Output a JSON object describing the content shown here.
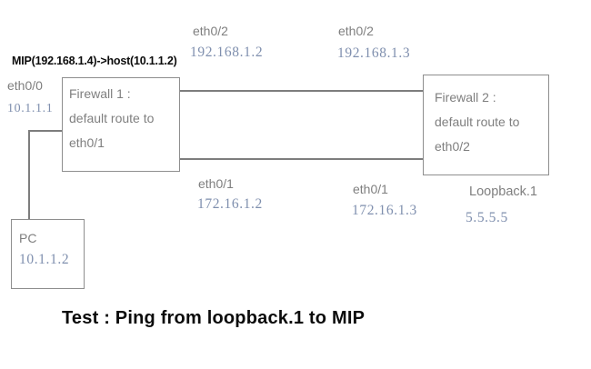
{
  "annotations": {
    "mip_note": "MIP(192.168.1.4)->host(10.1.1.2)",
    "test_caption": "Test : Ping from loopback.1 to MIP"
  },
  "nodes": {
    "firewall1": {
      "title": "Firewall 1 :",
      "line2": "default route to",
      "line3": "eth0/1"
    },
    "firewall2": {
      "title": "Firewall 2 :",
      "line2": "default route to",
      "line3": "eth0/2"
    },
    "pc": {
      "title": "PC",
      "ip": "10.1.1.2"
    }
  },
  "interfaces": {
    "fw1_eth0_0": {
      "name": "eth0/0",
      "ip": "10.1.1.1"
    },
    "fw1_eth0_2": {
      "name": "eth0/2",
      "ip": "192.168.1.2"
    },
    "fw2_eth0_2": {
      "name": "eth0/2",
      "ip": "192.168.1.3"
    },
    "fw1_eth0_1": {
      "name": "eth0/1",
      "ip": "172.16.1.2"
    },
    "fw2_eth0_1": {
      "name": "eth0/1",
      "ip": "172.16.1.3"
    },
    "fw2_loopback": {
      "name": "Loopback.1",
      "ip": "5.5.5.5"
    }
  },
  "colors": {
    "label_gray": "#7f7f7f",
    "ip_blue_gray": "#7f8fae",
    "line_gray": "#7d7d7d",
    "box_border_gray": "#8e8e8e",
    "annotation_black": "#0b0b0b",
    "background": "#ffffff"
  }
}
